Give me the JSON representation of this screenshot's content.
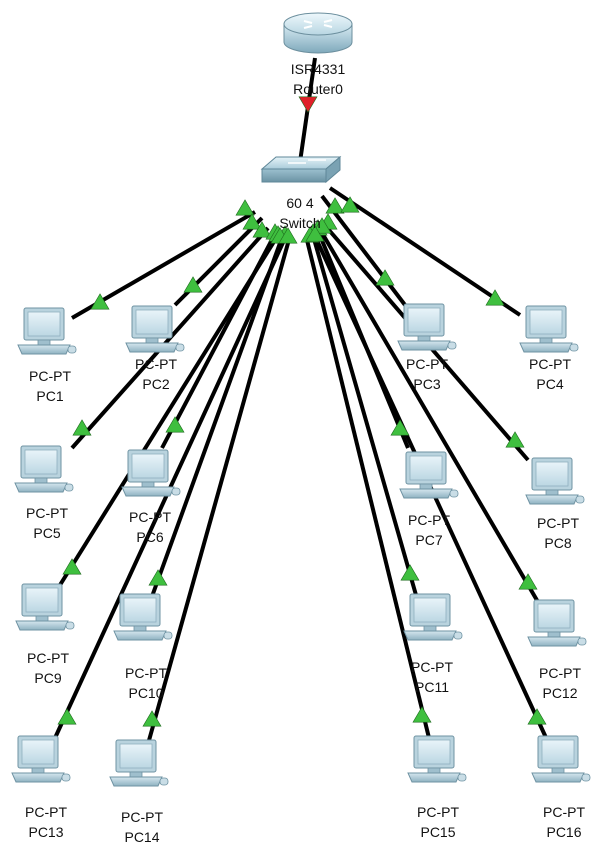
{
  "router": {
    "model": "ISR4331",
    "name": "Router0"
  },
  "switch": {
    "model_partial": "60 4",
    "name": "Switch"
  },
  "pcs": [
    {
      "model": "PC-PT",
      "name": "PC1"
    },
    {
      "model": "PC-PT",
      "name": "PC2"
    },
    {
      "model": "PC-PT",
      "name": "PC3"
    },
    {
      "model": "PC-PT",
      "name": "PC4"
    },
    {
      "model": "PC-PT",
      "name": "PC5"
    },
    {
      "model": "PC-PT",
      "name": "PC6"
    },
    {
      "model": "PC-PT",
      "name": "PC7"
    },
    {
      "model": "PC-PT",
      "name": "PC8"
    },
    {
      "model": "PC-PT",
      "name": "PC9"
    },
    {
      "model": "PC-PT",
      "name": "PC10"
    },
    {
      "model": "PC-PT",
      "name": "PC11"
    },
    {
      "model": "PC-PT",
      "name": "PC12"
    },
    {
      "model": "PC-PT",
      "name": "PC13"
    },
    {
      "model": "PC-PT",
      "name": "PC14"
    },
    {
      "model": "PC-PT",
      "name": "PC15"
    },
    {
      "model": "PC-PT",
      "name": "PC16"
    }
  ],
  "links": {
    "router_switch": {
      "status": "down",
      "color": "#e0202a"
    },
    "switch_pc": {
      "status": "up",
      "color": "#3fbf3f"
    }
  },
  "colors": {
    "cable": "#000000"
  }
}
